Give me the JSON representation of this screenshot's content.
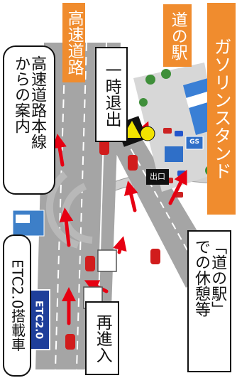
{
  "labels": {
    "expressway": "高速道路",
    "michi_no_eki": "道の駅",
    "gas_station": "ガソリンスタンド",
    "temporary_exit": "一時退出",
    "guidance_line1": "高速道路本線",
    "guidance_line2": "からの案内",
    "etc_vehicle": "ETC2.0搭載車",
    "reentry": "再進入",
    "rest_line1": "「道の駅」",
    "rest_line2": "での休憩等"
  },
  "signs": {
    "etc_logo": "ETC2.0",
    "gs": "GS",
    "exit_sign": "出口"
  },
  "colors": {
    "orange": "#f08c2e",
    "road": "#9a9a9a",
    "arrow": "#e60012",
    "etc_blue": "#1f3f9a"
  }
}
